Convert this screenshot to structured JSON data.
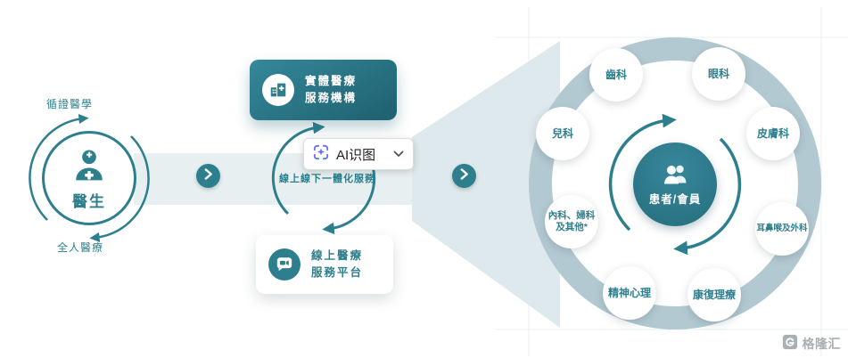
{
  "left": {
    "top_label": "循證醫學",
    "doctor_label": "醫生",
    "bottom_label": "全人醫療"
  },
  "middle": {
    "physical_line1": "實體醫療",
    "physical_line2": "服務機構",
    "online_line1": "線上醫療",
    "online_line2": "服務平台",
    "cycle_label": "線上線下一體化服務"
  },
  "ai_tool": {
    "label": "AI识图"
  },
  "hub": {
    "center_label": "患者/會員",
    "satellites": [
      {
        "label": "齒科"
      },
      {
        "label": "眼科"
      },
      {
        "label": "皮膚科"
      },
      {
        "label": "耳鼻喉及外科"
      },
      {
        "label": "康復理療"
      },
      {
        "label": "精神心理"
      },
      {
        "label": "內科、婦科及其他*"
      },
      {
        "label": "兒科"
      }
    ]
  },
  "watermark": {
    "brand": "格隆汇"
  },
  "icons": {
    "doctor": "doctor-icon",
    "hospital": "hospital-building-icon",
    "online_chat": "chat-video-icon",
    "patients": "people-icon",
    "chevron_right": "chevron-right-icon",
    "ai_scan": "ai-scan-icon",
    "caret_down": "chevron-down-icon",
    "brand_logo": "gelonghui-logo-icon"
  },
  "colors": {
    "teal": "#2e7f8e",
    "ring": "#b3c9d2",
    "beam": "#e7eff1",
    "cone": "#dde9ec",
    "ai_icon_gradient": [
      "#8a5cf6",
      "#3b82f6"
    ]
  }
}
